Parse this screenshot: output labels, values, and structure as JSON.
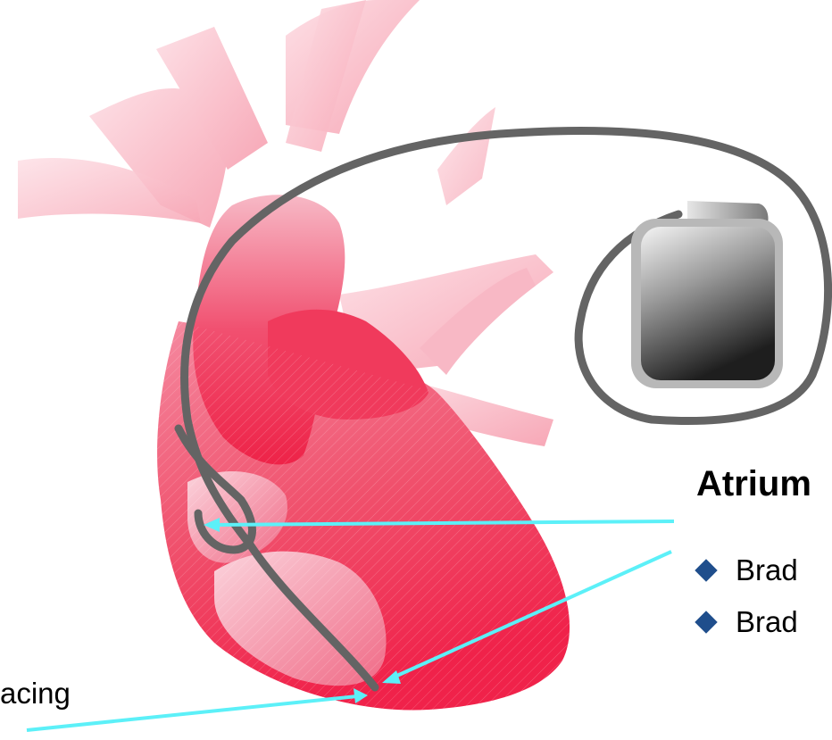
{
  "heading": "Atrium",
  "bullets": [
    {
      "text": "Brad"
    },
    {
      "text": "Brad"
    }
  ],
  "left_label": "acing",
  "colors": {
    "heart": "#f0224a",
    "lead": "#636363",
    "arrow": "#5cf0f8",
    "bullet": "#1f4e8c"
  },
  "icons": {
    "device": "pacemaker-generator-icon",
    "bullet": "diamond-bullet-icon"
  }
}
